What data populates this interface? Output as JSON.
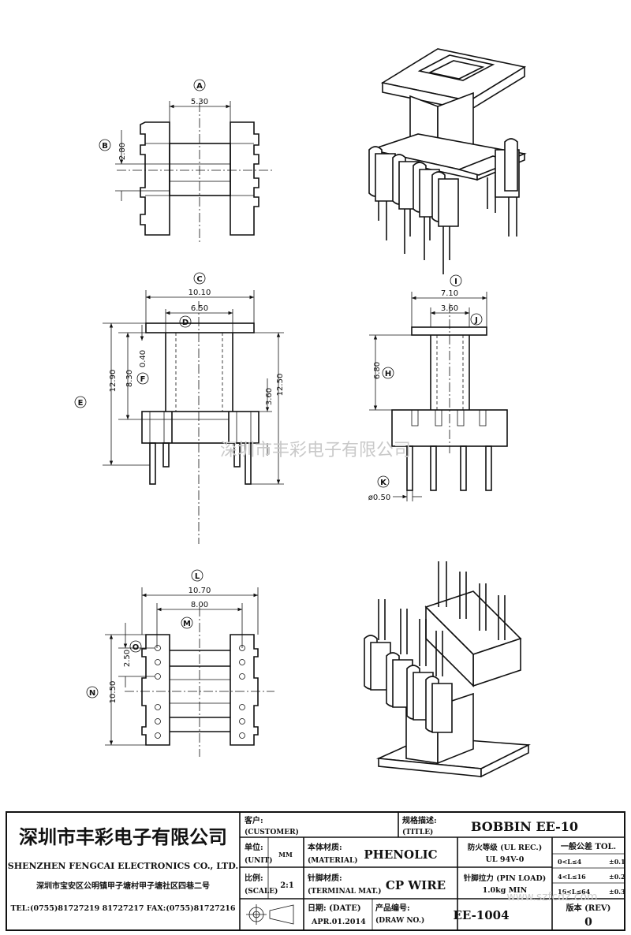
{
  "views": {
    "top": {
      "letter_a": "A",
      "dim_a": "5.30",
      "letter_b": "B",
      "dim_b": "2.80"
    },
    "front": {
      "letter_c": "C",
      "dim_c": "10.10",
      "dim_inner": "6.50",
      "letter_d": "D",
      "letter_e": "E",
      "dim_e": "12.90",
      "dim_040": "0.40",
      "letter_f": "F",
      "dim_f": "8.30",
      "dim_360": "3.60",
      "dim_1250": "12.50"
    },
    "side": {
      "letter_i": "I",
      "dim_i": "7.10",
      "dim_j": "3.60",
      "letter_j": "J",
      "letter_h": "H",
      "dim_h": "6.80",
      "letter_k": "K",
      "dim_k": "ø0.50"
    },
    "bottom": {
      "letter_l": "L",
      "dim_l": "10.70",
      "dim_m": "8.00",
      "letter_m": "M",
      "letter_o": "O",
      "dim_o": "2.50",
      "letter_n": "N",
      "dim_n": "10.50"
    }
  },
  "watermark": "深圳市丰彩电子有限公司",
  "watermark_url": "www.szfcdz.com",
  "title_block": {
    "company_cn": "深圳市丰彩电子有限公司",
    "company_en": "SHENZHEN FENGCAI ELECTRONICS CO., LTD.",
    "address": "深圳市宝安区公明镇甲子塘村甲子塘社区四巷二号",
    "contact": "TEL:(0755)81727219  81727217   FAX:(0755)81727216",
    "customer_label": "客户:",
    "customer_label_en": "(CUSTOMER)",
    "title_label": "规格描述:",
    "title_label_en": "(TITLE)",
    "title_value": "BOBBIN EE-10",
    "unit_label": "单位:",
    "unit_label_en": "(UNIT)",
    "unit_value": "MM",
    "material_label": "本体材质:",
    "material_label_en": "(MATERIAL)",
    "material_value": "PHENOLIC",
    "flame_label": "防火等级 (UL REC.)",
    "flame_value": "UL 94V-0",
    "tol_header": "一般公差 TOL.",
    "tol_rows": [
      {
        "range": "0<L≤4",
        "val": "±0.1"
      },
      {
        "range": "4<L≤16",
        "val": "±0.2"
      },
      {
        "range": "16<L≤64",
        "val": "±0.3"
      }
    ],
    "scale_label": "比例:",
    "scale_label_en": "(SCALE)",
    "scale_value": "2:1",
    "terminal_label": "针脚材质:",
    "terminal_label_en": "(TERMINAL MAT.)",
    "terminal_value": "CP WIRE",
    "pinload_label": "针脚拉力 (PIN LOAD)",
    "pinload_value": "1.0kg MIN",
    "date_label": "日期: (DATE)",
    "date_value": "APR.01.2014",
    "drawno_label": "产品编号:",
    "drawno_label_en": "(DRAW NO.)",
    "drawno_value": "EE-1004",
    "rev_label": "版本 (REV)",
    "rev_value": "0"
  }
}
